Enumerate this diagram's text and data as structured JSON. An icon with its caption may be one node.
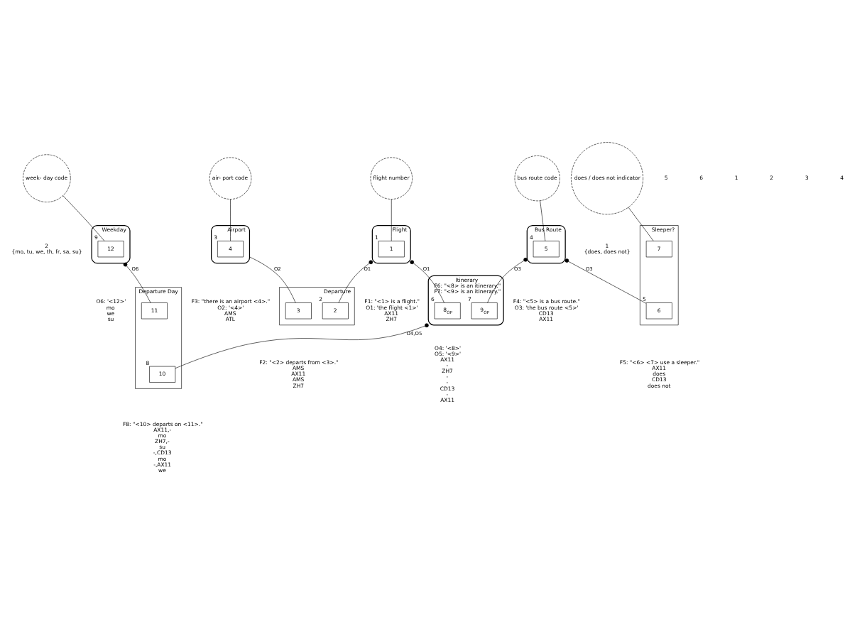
{
  "diagram": {
    "nodes": [
      {
        "text": [
          "Itinerary",
          "F6: \"<8> is an itinerary.\"",
          "F7: \"<9> is an itinerary.\""
        ],
        "beside": [
          "O4: '<8>'",
          "O5: '<9>'",
          "AX11",
          "-",
          "ZH7",
          "-",
          "-",
          "CD13",
          "-",
          "AX11"
        ]
      },
      {
        "text": [
          "8",
          "OP"
        ],
        "in": 0,
        "beside": [
          "6"
        ]
      },
      {
        "text": [
          "9",
          "OP"
        ],
        "in": 0,
        "beside": [
          "7"
        ]
      },
      {
        "text": [
          "week- day code"
        ],
        "beside": [
          "2",
          "{mo, tu, we, th, fr, sa, su}"
        ]
      },
      {
        "text": [
          "Departure Day"
        ],
        "beside": [
          "F8: \"<10> departs on <11>.\"",
          "AX11,-",
          "mo",
          "ZH7,-",
          "su",
          "-,CD13",
          "mo",
          "-,AX11",
          "we"
        ]
      },
      {
        "text": [
          "10"
        ],
        "in": 4,
        "beside": [
          "8"
        ]
      },
      {
        "text": [
          "11"
        ],
        "in": 4
      },
      {
        "text": [
          "Weekday"
        ],
        "beside": [
          "O6: '<12>'",
          "mo",
          "we",
          "su"
        ]
      },
      {
        "text": [
          "12"
        ],
        "in": 7,
        "beside": [
          "9"
        ]
      },
      {
        "text": [
          "air- port code"
        ]
      },
      {
        "text": [
          "Airport"
        ],
        "beside": [
          "F3: \"there is an airport <4>.\"",
          "O2: '<4>'",
          "AMS",
          "ATL"
        ]
      },
      {
        "text": [
          "4"
        ],
        "in": 10,
        "beside": [
          "3"
        ]
      },
      {
        "text": [
          "flight number"
        ]
      },
      {
        "text": [
          "bus route code"
        ]
      },
      {
        "text": [
          "does / does not indicator"
        ],
        "beside": [
          "1",
          "{does, does not}"
        ]
      },
      {
        "text": [
          "Departure"
        ],
        "beside": [
          "F2: \"<2> departs from <3>.\"",
          "AMS",
          "AX11",
          "AMS",
          "ZH7"
        ]
      },
      {
        "text": [
          "3"
        ],
        "in": 15
      },
      {
        "text": [
          "2"
        ],
        "in": 15,
        "beside": [
          "2"
        ]
      },
      {
        "text": [
          "Flight"
        ],
        "beside": [
          "F1: \"<1> is a flight.\"",
          "O1: 'the flight <1>'",
          "AX11",
          "ZH7"
        ]
      },
      {
        "text": [
          "1"
        ],
        "in": 18,
        "beside": [
          "1"
        ]
      },
      {
        "text": [
          "Bus Route"
        ],
        "beside": [
          "F4: \"<5> is a bus route.\"",
          "O3: 'the bus route <5>'",
          "CD13",
          "AX11"
        ]
      },
      {
        "text": [
          "5"
        ],
        "in": 20,
        "beside": [
          "4"
        ]
      },
      {
        "text": [
          "Sleeper?"
        ],
        "beside": [
          "F5: \"<6> <7> use a sleeper.\"",
          "AX11",
          "does",
          "CD13",
          "does not"
        ]
      },
      {
        "text": [
          "6"
        ],
        "in": 22,
        "beside": [
          "5"
        ]
      },
      {
        "text": [
          "7"
        ],
        "in": 22
      }
    ],
    "edges": [
      {
        "from": 10,
        "to": 16,
        "arrow": "none",
        "label": "O2"
      },
      {
        "from": 18,
        "to": 17,
        "arrow": "other",
        "label": "O1"
      },
      {
        "from": 18,
        "to": 1,
        "arrow": "other",
        "label": "O1"
      },
      {
        "from": 20,
        "to": 2,
        "arrow": "other",
        "label": "O3"
      },
      {
        "from": 20,
        "to": 23,
        "arrow": "other",
        "label": "O3"
      },
      {
        "from": 0,
        "to": 5,
        "arrow": "other",
        "label": "O4,O5"
      },
      {
        "from": 7,
        "to": 6,
        "arrow": "other",
        "label": "O6"
      },
      {
        "from": 9,
        "to": 11,
        "arrow": "none"
      },
      {
        "from": 12,
        "to": 19,
        "arrow": "none"
      },
      {
        "from": 13,
        "to": 21,
        "arrow": "none"
      },
      {
        "from": 3,
        "to": 8,
        "arrow": "none"
      },
      {
        "from": 14,
        "to": 24,
        "arrow": "none"
      }
    ],
    "labels": [
      "5",
      "6",
      "1",
      "2",
      "3",
      "4"
    ]
  }
}
